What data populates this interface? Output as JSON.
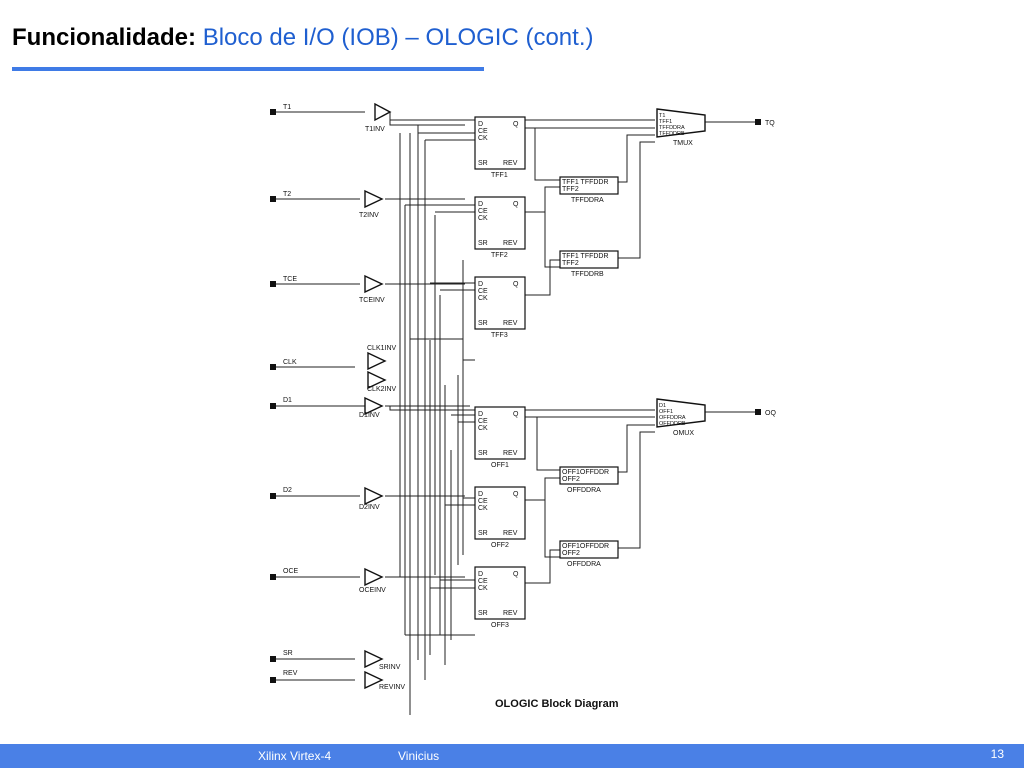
{
  "slide": {
    "title_prefix": "Funcionalidade:",
    "title_main": "Bloco de I/O (IOB) – OLOGIC (cont.)"
  },
  "diagram": {
    "caption": "OLOGIC Block Diagram",
    "inputs": [
      "T1",
      "T2",
      "TCE",
      "CLK",
      "D1",
      "D2",
      "OCE",
      "SR",
      "REV"
    ],
    "outputs": [
      "TQ",
      "OQ"
    ],
    "inverters": [
      "T1INV",
      "T2INV",
      "TCEINV",
      "CLK1INV",
      "CLK2INV",
      "D1INV",
      "D2INV",
      "OCEINV",
      "SRINV",
      "REVINV"
    ],
    "flipflops": [
      "TFF1",
      "TFF2",
      "TFF3",
      "OFF1",
      "OFF2",
      "OFF3"
    ],
    "ff_pins": {
      "d": "D",
      "ce": "CE",
      "ck": "CK",
      "sr": "SR",
      "rev": "REV",
      "q": "Q"
    },
    "ddr_blocks": [
      {
        "name": "TFFDDRA",
        "line1": "TFF1 TFFDDR",
        "line2": "TFF2"
      },
      {
        "name": "TFFDDRB",
        "line1": "TFF1 TFFDDR",
        "line2": "TFF2"
      },
      {
        "name": "OFFDDRA",
        "line1": "OFF1OFFDDR",
        "line2": "OFF2"
      },
      {
        "name": "OFFDDRA",
        "line1": "OFF1OFFDDR",
        "line2": "OFF2"
      }
    ],
    "muxes": [
      {
        "name": "TMUX",
        "inputs": [
          "T1",
          "TFF1",
          "TFFDDRA",
          "TFFDDRB"
        ]
      },
      {
        "name": "OMUX",
        "inputs": [
          "D1",
          "OFF1",
          "OFFDDRA",
          "OFFDDRB"
        ]
      }
    ]
  },
  "footer": {
    "left": "Xilinx Virtex-4",
    "author": "Vinicius",
    "page": "13"
  },
  "colors": {
    "title_blue": "#1f5fd0",
    "rule_blue": "#3f7be6",
    "footer_blue": "#4a80e6"
  }
}
